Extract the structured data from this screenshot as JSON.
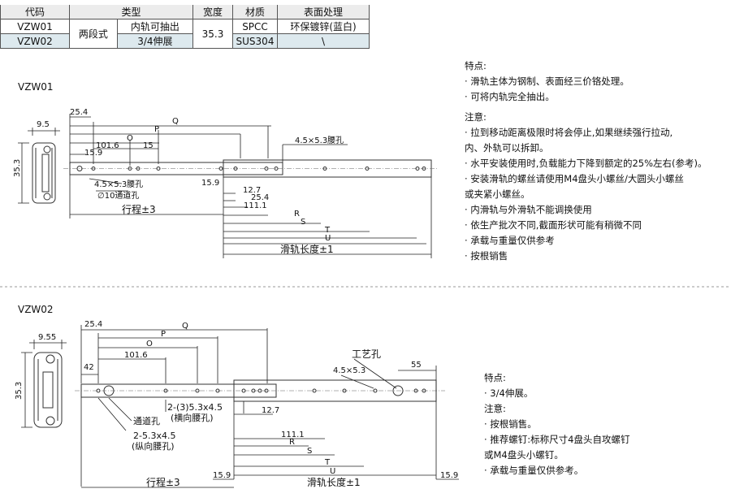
{
  "table": {
    "headers": [
      "代码",
      "类型",
      "宽度",
      "材质",
      "表面处理"
    ],
    "rows": [
      {
        "code": "VZW01",
        "type_main": "两段式",
        "type_sub": "内轨可抽出",
        "width": "35.3",
        "material": "SPCC",
        "finish": "环保镀锌(蓝白)"
      },
      {
        "code": "VZW02",
        "type_sub": "3/4伸展",
        "material": "SUS304",
        "finish": "\\"
      }
    ]
  },
  "vzw01": {
    "label": "VZW01",
    "dims": {
      "d95": "9.5",
      "d353": "35.3",
      "d254": "25.4",
      "Q": "Q",
      "P": "P",
      "O": "O",
      "d1016": "101.6",
      "d15": "15",
      "d159a": "15.9",
      "slot": "4.5×5.3腰孔",
      "slot2": "4.5×5.3腰孔",
      "hole": "∅10通道孔",
      "d159b": "15.9",
      "d127": "12.7",
      "d254b": "25.4",
      "d1111": "111.1",
      "R": "R",
      "S": "S",
      "T": "T",
      "U": "U",
      "stroke": "行程±3",
      "length": "滑轨长度±1"
    },
    "features_title": "特点:",
    "features": [
      "· 滑轨主体为钢制、表面经三价铬处理。",
      "· 可将内轨完全抽出。"
    ],
    "notes_title": "注意:",
    "notes": [
      "· 拉到移动距离极限时将会停止,如果继续强行拉动,",
      "   内、外轨可以拆卸。",
      "· 水平安装使用时,负载能力下降到额定的25%左右(参考)。",
      "· 安装滑轨的螺丝请使用M4盘头小螺丝/大圆头小螺丝",
      "   或夹紧小螺丝。",
      "· 内滑轨与外滑轨不能调换使用",
      "· 依生产批次不同,截面形状可能有稍微不同",
      "· 承载与重量仅供参考",
      "· 按根销售"
    ]
  },
  "vzw02": {
    "label": "VZW02",
    "dims": {
      "d955": "9.55",
      "d353": "35.3",
      "d254": "25.4",
      "Q": "Q",
      "P": "P",
      "O": "O",
      "d1016": "101.6",
      "d42": "42",
      "craft": "工艺孔",
      "d55": "55",
      "slot": "4.5×5.3",
      "slot3": "2-(3)5.3x4.5",
      "slot3b": "(横向腰孔)",
      "d127": "12.7",
      "hole": "通道孔",
      "slot2": "2-5.3x4.5",
      "slot2b": "(纵向腰孔)",
      "d1111": "111.1",
      "R": "R",
      "S": "S",
      "T": "T",
      "U": "U",
      "d159a": "15.9",
      "d159b": "15.9",
      "stroke": "行程±3",
      "length": "滑轨长度±1"
    },
    "features_title": "特点:",
    "features": [
      "· 3/4伸展。"
    ],
    "notes_title": "注意:",
    "notes": [
      "· 按根销售。",
      "· 推荐螺钉:标称尺寸4盘头自攻螺钉",
      "   或M4盘头小螺钉。",
      "· 承载与重量仅供参考。"
    ]
  }
}
